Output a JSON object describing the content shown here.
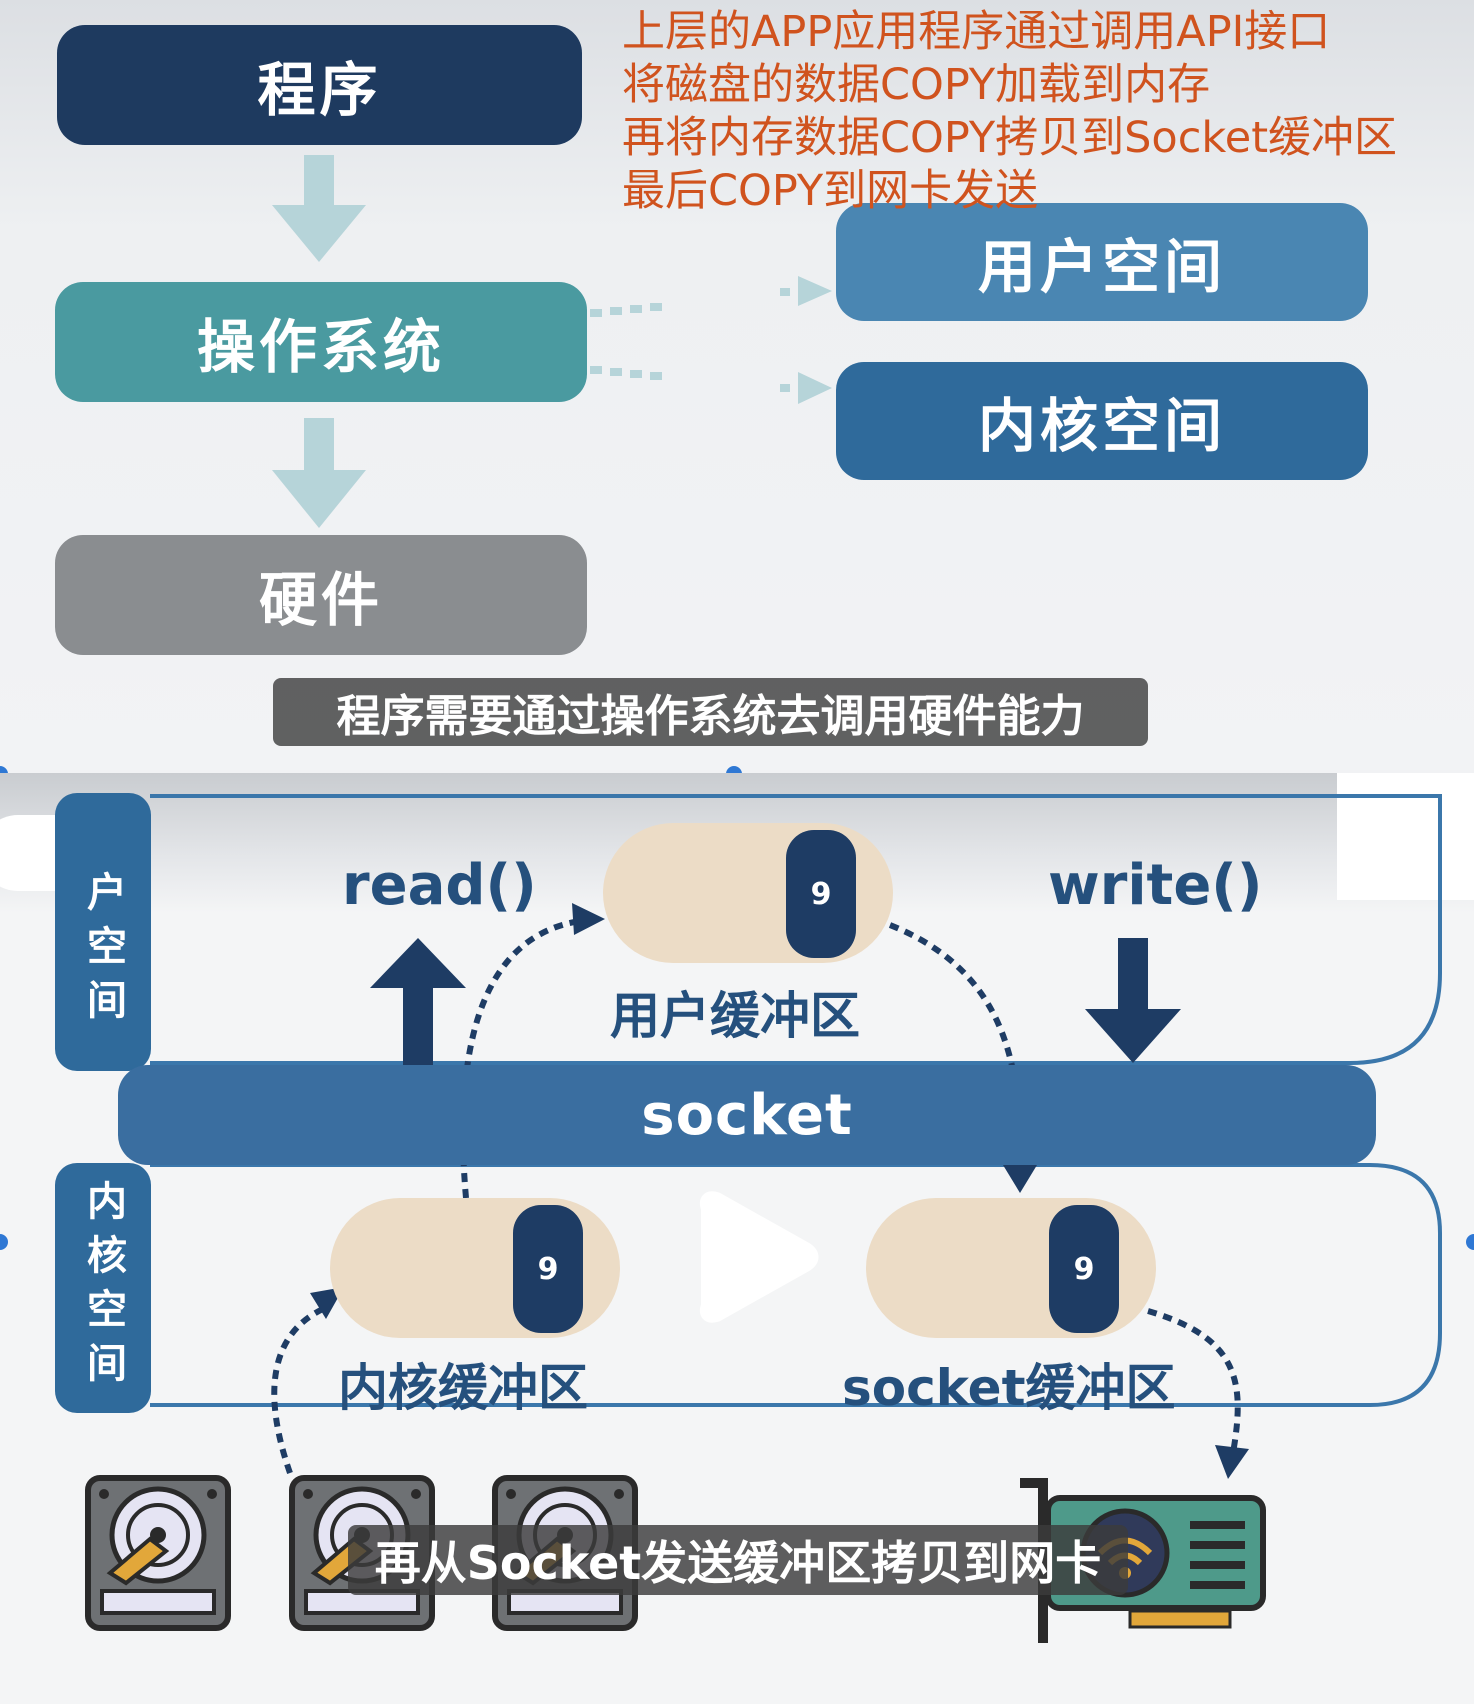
{
  "top": {
    "boxes": {
      "program": "程序",
      "os": "操作系统",
      "hardware": "硬件",
      "user_space": "用户空间",
      "kernel_space": "内核空间"
    },
    "notes": [
      "上层的APP应用程序通过调用API接口",
      "将磁盘的数据COPY加载到内存",
      "再将内存数据COPY拷贝到Socket缓冲区",
      "最后COPY到网卡发送"
    ],
    "caption": "程序需要通过操作系统去调用硬件能力"
  },
  "bottom": {
    "user_space_label": "用户空间",
    "user_space_label_visible": "户空间",
    "kernel_space_label": "内核空间",
    "read": "read()",
    "write": "write()",
    "socket": "socket",
    "user_buffer": "用户缓冲区",
    "kernel_buffer": "内核缓冲区",
    "socket_buffer": "socket缓冲区",
    "chip_value": "9",
    "caption": "再从Socket发送缓冲区拷贝到网卡"
  },
  "colors": {
    "program": "#1e3a5f",
    "os": "#4a9aa0",
    "hardware": "#8a8d90",
    "user_space": "#4a86b2",
    "kernel_space": "#2f6a9b",
    "note_text": "#d0531e",
    "arrow_light": "#b6d4d9",
    "dark_blue": "#1e3c64",
    "buffer_fill": "#ecdcc6"
  },
  "icons": [
    "down-arrow-icon",
    "dotted-arrow-icon",
    "hard-disk-icon",
    "network-card-icon",
    "play-icon",
    "up-arrow-icon"
  ]
}
